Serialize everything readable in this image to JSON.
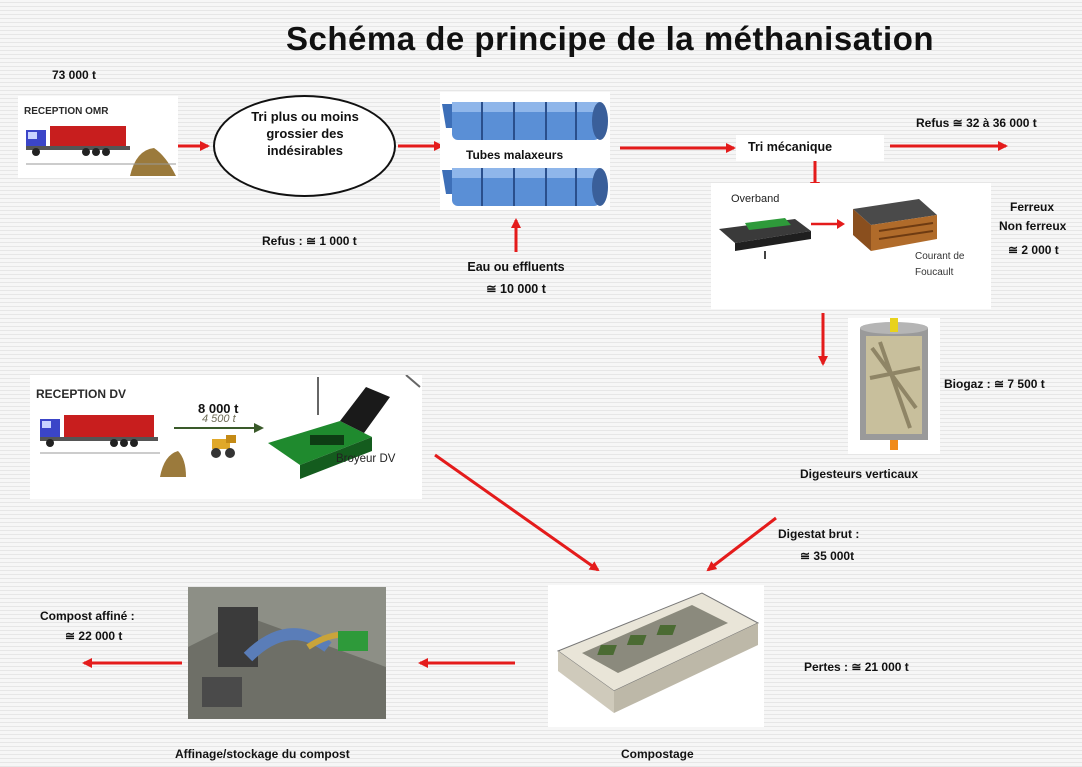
{
  "title": "Schéma de principe de la méthanisation",
  "colors": {
    "arrow": "#e41b1b",
    "truck_cab": "#3b45c8",
    "truck_trailer": "#c81e1e",
    "green_machine": "#1f8a2e"
  },
  "reception_omr": {
    "tonnage": "73 000 t",
    "label": "RECEPTION OMR"
  },
  "tri": {
    "label": "Tri plus ou moins grossier des indésirables",
    "refus": "Refus : ≅ 1 000 t"
  },
  "tubes": {
    "label": "Tubes malaxeurs",
    "eau": "Eau ou effluents",
    "eau_qty": "≅ 10 000 t"
  },
  "tri_mecanique": {
    "label": "Tri mécanique",
    "refus": "Refus ≅  32 à 36 000 t"
  },
  "separation": {
    "overband": "Overband",
    "courant_1": "Courant de",
    "courant_2": "Foucault"
  },
  "ferreux": {
    "line1": "Ferreux",
    "line2": "Non ferreux",
    "qty": "≅ 2 000 t"
  },
  "digesteurs": {
    "label": "Digesteurs verticaux",
    "biogaz": "Biogaz : ≅ 7 500 t"
  },
  "reception_dv": {
    "label": "RECEPTION DV",
    "qty": "8 000 t",
    "qty_overlay": "4 500 t",
    "broyeur": "Broyeur DV"
  },
  "digestat": {
    "line1": "Digestat brut :",
    "line2": "≅ 35 000t"
  },
  "compostage": {
    "label": "Compostage",
    "pertes": "Pertes : ≅ 21 000 t"
  },
  "affinage": {
    "label": "Affinage/stockage du compost",
    "compost_label": "Compost affiné :",
    "compost_qty": "≅ 22 000 t"
  }
}
